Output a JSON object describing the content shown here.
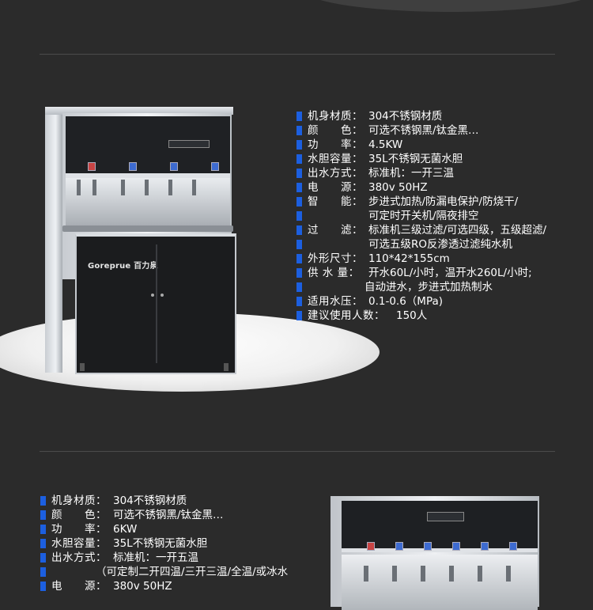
{
  "product1": {
    "logo_text": "Goreprue 百力泉",
    "specs": [
      {
        "label": "机身材质：",
        "value": "304不锈钢材质"
      },
      {
        "label": "颜　　色：",
        "value": "可选不锈钢黑/钛金黑…"
      },
      {
        "label": "功　　率：",
        "value": "4.5KW"
      },
      {
        "label": "水胆容量：",
        "value": "35L不锈钢无菌水胆"
      },
      {
        "label": "出水方式：",
        "value": "标准机：一开三温"
      },
      {
        "label": "电　　源：",
        "value": "380v 50HZ"
      },
      {
        "label": "智　　能：",
        "value": "步进式加热/防漏电保护/防烧干/"
      },
      {
        "label": "",
        "value": "可定时开关机/隔夜排空"
      },
      {
        "label": "过　　滤：",
        "value": "标准机三级过滤/可选四级，五级超滤/"
      },
      {
        "label": "",
        "value": "可选五级RO反渗透过滤纯水机"
      },
      {
        "label": "外形尺寸：",
        "value": "110*42*155cm"
      },
      {
        "label": "供 水 量：",
        "value": "开水60L/小时，温开水260L/小时;"
      },
      {
        "label": "",
        "value": "自动进水，步进式加热制水"
      },
      {
        "label": "适用水压：",
        "value": "0.1-0.6（MPa)"
      },
      {
        "label": "建议使用人数：",
        "value": "150人"
      }
    ]
  },
  "product2": {
    "specs": [
      {
        "label": "机身材质：",
        "value": "304不锈钢材质"
      },
      {
        "label": "颜　　色：",
        "value": "可选不锈钢黑/钛金黑…"
      },
      {
        "label": "功　　率：",
        "value": "6KW"
      },
      {
        "label": "水胆容量：",
        "value": "35L不锈钢无菌水胆"
      },
      {
        "label": "出水方式：",
        "value": "标准机：一开五温"
      },
      {
        "label": "",
        "value": "（可定制二开四温/三开三温/全温/或冰水"
      },
      {
        "label": "电　　源：",
        "value": "380v 50HZ"
      }
    ]
  },
  "colors": {
    "background": "#2b2b2b",
    "bullet": "#1c5fe0",
    "text": "#ffffff"
  }
}
